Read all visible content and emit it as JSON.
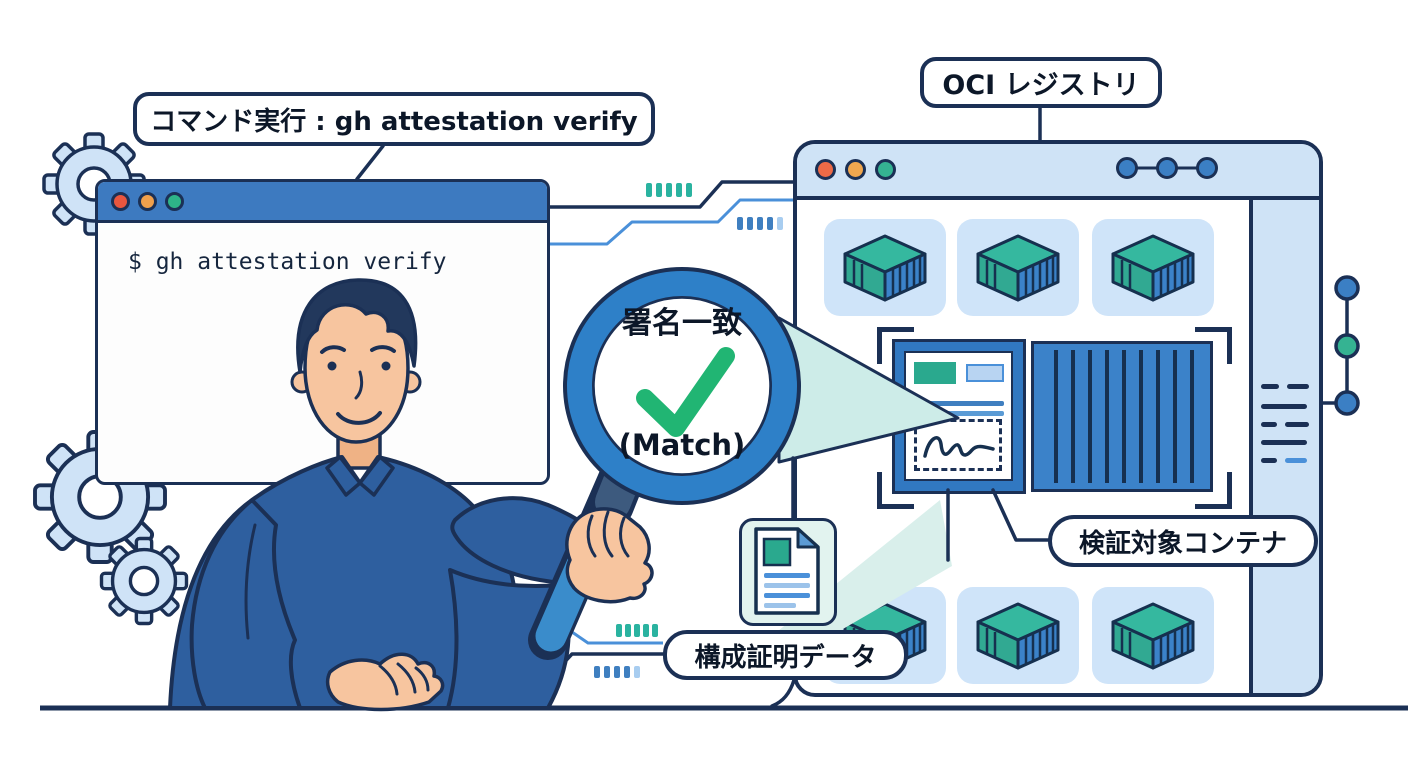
{
  "labels": {
    "command_exec": "コマンド実行 : gh attestation verify",
    "oci_registry": "OCI レジストリ",
    "signature_match": "署名一致",
    "match": "(Match)",
    "verification_target": "検証対象コンテナ",
    "attestation_data": "構成証明データ"
  },
  "terminal": {
    "command": "$ gh attestation verify"
  },
  "colors": {
    "outline_navy": "#1b3055",
    "terminal_titlebar": "#3d7ac0",
    "registry_panel": "#cfe3f6",
    "tile_blue": "#cfe4f9",
    "container_teal": "#35b89f",
    "container_blue": "#3b82c9",
    "check_green": "#21b573",
    "beam_teal": "#cdece8",
    "glow_teal": "#d9efeb",
    "shirt_blue": "#2e5f9f",
    "skin": "#f7c59f",
    "handle_blue": "#3a8ccb",
    "dot_red": "#e8563f",
    "dot_amber": "#f0a04c",
    "dot_green": "#2eb488"
  }
}
